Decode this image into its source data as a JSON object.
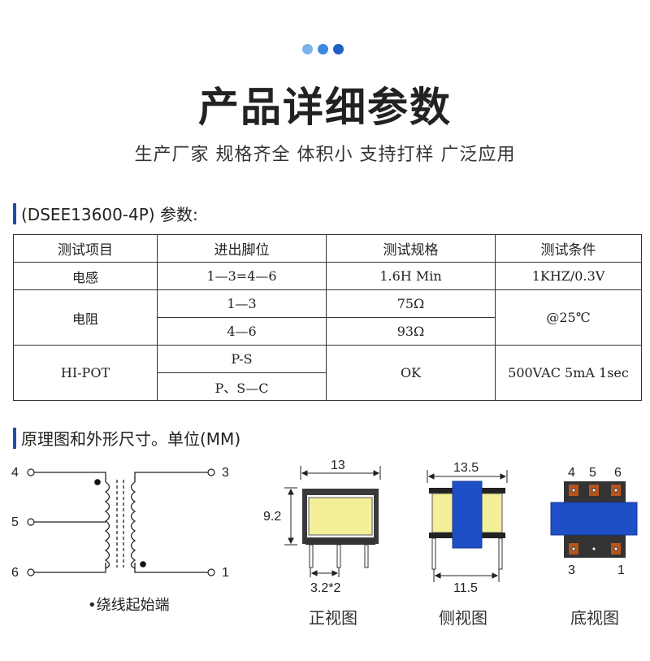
{
  "header": {
    "dot_colors": [
      "#7fb2ec",
      "#3f88e0",
      "#1f5fc6"
    ],
    "title": "产品详细参数",
    "subtitle": "生产厂家 规格齐全 体积小 支持打样 广泛应用"
  },
  "section1": {
    "label": "(DSEE13600-4P) 参数:"
  },
  "table": {
    "headers": [
      "测试项目",
      "进出脚位",
      "测试规格",
      "测试条件"
    ],
    "inductance": {
      "item": "电感",
      "pins": "1—3=4—6",
      "spec": "1.6H Min",
      "condition": "1KHZ/0.3V"
    },
    "resistance": {
      "item": "电阻",
      "rows": [
        {
          "pins": "1—3",
          "spec": "75Ω"
        },
        {
          "pins": "4—6",
          "spec": "93Ω"
        }
      ],
      "condition": "@25℃"
    },
    "hipot": {
      "item": "HI-POT",
      "rows": [
        {
          "pins": "P-S"
        },
        {
          "pins": "P、S—C"
        }
      ],
      "spec": "OK",
      "condition": "500VAC 5mA 1sec"
    }
  },
  "section2": {
    "label": "原理图和外形尺寸。单位(MM)"
  },
  "schematic": {
    "pins": {
      "p4": "4",
      "p5": "5",
      "p6": "6",
      "p3": "3",
      "p1": "1"
    },
    "legend": "•绕线起始端"
  },
  "front_view": {
    "width": "13",
    "height": "9.2",
    "pitch": "3.2*2",
    "caption": "正视图"
  },
  "side_view": {
    "top_width": "13.5",
    "bottom_width": "11.5",
    "caption": "侧视图"
  },
  "bottom_view": {
    "pins_top": [
      "4",
      "5",
      "6"
    ],
    "pins_bottom": [
      "3",
      "1"
    ],
    "caption": "底视图"
  },
  "colors": {
    "accent": "#1b4fa8",
    "core_blue": "#1f4fc6",
    "bobbin_yellow": "#f4f09a",
    "pin_brown": "#b5541d"
  }
}
